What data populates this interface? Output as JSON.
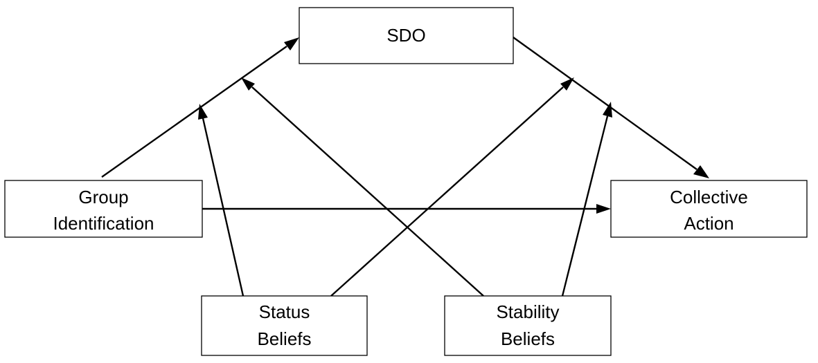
{
  "nodes": {
    "sdo": {
      "lines": [
        "SDO"
      ]
    },
    "group_identification": {
      "lines": [
        "Group",
        "Identification"
      ]
    },
    "collective_action": {
      "lines": [
        "Collective",
        "Action"
      ]
    },
    "status_beliefs": {
      "lines": [
        "Status",
        "Beliefs"
      ]
    },
    "stability_beliefs": {
      "lines": [
        "Stability",
        "Beliefs"
      ]
    }
  },
  "edges": [
    {
      "from": "group_identification",
      "to": "sdo",
      "kind": "path"
    },
    {
      "from": "sdo",
      "to": "collective_action",
      "kind": "path"
    },
    {
      "from": "group_identification",
      "to": "collective_action",
      "kind": "path"
    },
    {
      "from": "status_beliefs",
      "to": "group_identification->sdo",
      "kind": "moderation"
    },
    {
      "from": "status_beliefs",
      "to": "sdo->collective_action",
      "kind": "moderation"
    },
    {
      "from": "stability_beliefs",
      "to": "group_identification->sdo",
      "kind": "moderation"
    },
    {
      "from": "stability_beliefs",
      "to": "sdo->collective_action",
      "kind": "moderation"
    }
  ],
  "colors": {
    "stroke": "#000000",
    "fill": "#ffffff"
  }
}
